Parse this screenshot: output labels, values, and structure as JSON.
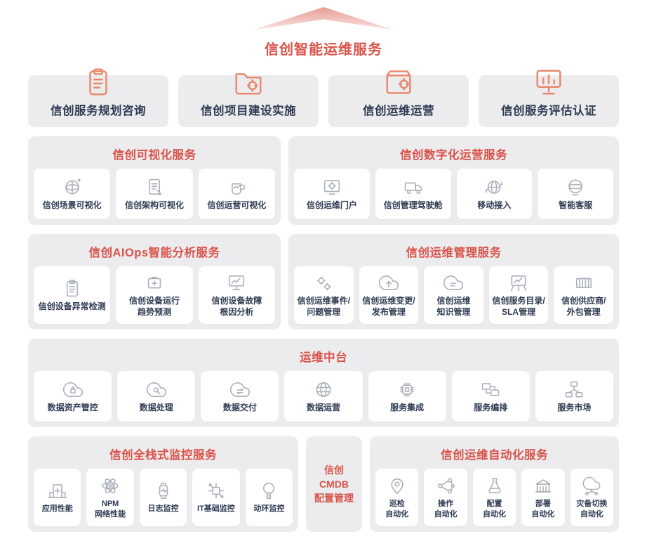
{
  "title": "信创智能运维服务",
  "colors": {
    "accent": "#d9534a",
    "ink": "#2e3a52",
    "panel_bg": "#ececee",
    "icon_gray": "#aab0ba",
    "icon_orange": "#e98a6e"
  },
  "top_services": [
    {
      "label": "信创服务规划咨询",
      "icon": "clipboard"
    },
    {
      "label": "信创项目建设实施",
      "icon": "folder-gear"
    },
    {
      "label": "信创运维运营",
      "icon": "box-gear"
    },
    {
      "label": "信创服务评估认证",
      "icon": "chart-board"
    }
  ],
  "panels": {
    "visualization": {
      "title": "信创可视化服务",
      "items": [
        {
          "label": "信创场景可视化",
          "icon": "globe"
        },
        {
          "label": "信创架构可视化",
          "icon": "doc"
        },
        {
          "label": "信创运营可视化",
          "icon": "cup"
        }
      ]
    },
    "digital_ops": {
      "title": "信创数字化运营服务",
      "items": [
        {
          "label": "信创运维门户",
          "icon": "gear-panel"
        },
        {
          "label": "信创管理驾驶舱",
          "icon": "truck"
        },
        {
          "label": "移动接入",
          "icon": "globe-sync"
        },
        {
          "label": "智能客服",
          "icon": "headset"
        }
      ]
    },
    "aiops": {
      "title": "信创AIOps智能分析服务",
      "items": [
        {
          "label": "信创设备异常检测",
          "icon": "clipboard-list"
        },
        {
          "label": "信创设备运行\n趋势预测",
          "icon": "medkit"
        },
        {
          "label": "信创设备故障\n根因分析",
          "icon": "monitor-chart"
        }
      ]
    },
    "ops_mgmt": {
      "title": "信创运维管理服务",
      "items": [
        {
          "label": "信创运维事件/\n问题管理",
          "icon": "gears"
        },
        {
          "label": "信创运维变更/\n发布管理",
          "icon": "cloud-up"
        },
        {
          "label": "信创运维\n知识管理",
          "icon": "cloud-list"
        },
        {
          "label": "信创服务目录/\nSLA管理",
          "icon": "chart-easel"
        },
        {
          "label": "信创供应商/\n外包管理",
          "icon": "container"
        }
      ]
    },
    "middle_platform": {
      "title": "运维中台",
      "items": [
        {
          "label": "数据资产管控",
          "icon": "cloud-lock"
        },
        {
          "label": "数据处理",
          "icon": "cloud-search"
        },
        {
          "label": "数据交付",
          "icon": "cloud-sync"
        },
        {
          "label": "数据运营",
          "icon": "globe-net"
        },
        {
          "label": "服务集成",
          "icon": "chip"
        },
        {
          "label": "服务编排",
          "icon": "screens"
        },
        {
          "label": "服务市场",
          "icon": "server-net"
        }
      ]
    },
    "monitoring": {
      "title": "信创全栈式监控服务",
      "items": [
        {
          "label": "应用性能",
          "icon": "app-health"
        },
        {
          "label": "NPM\n网络性能",
          "icon": "atom"
        },
        {
          "label": "日志监控",
          "icon": "watch"
        },
        {
          "label": "IT基础监控",
          "icon": "circuit"
        },
        {
          "label": "动环监控",
          "icon": "balloon"
        }
      ]
    },
    "cmdb": {
      "label": "信创\nCMDB\n配置管理"
    },
    "automation": {
      "title": "信创运维自动化服务",
      "items": [
        {
          "label": "巡检\n自动化",
          "icon": "pin-user"
        },
        {
          "label": "操作\n自动化",
          "icon": "nodes"
        },
        {
          "label": "配置\n自动化",
          "icon": "flask"
        },
        {
          "label": "部署\n自动化",
          "icon": "building"
        },
        {
          "label": "灾备切换\n自动化",
          "icon": "cloud-net"
        }
      ]
    }
  }
}
